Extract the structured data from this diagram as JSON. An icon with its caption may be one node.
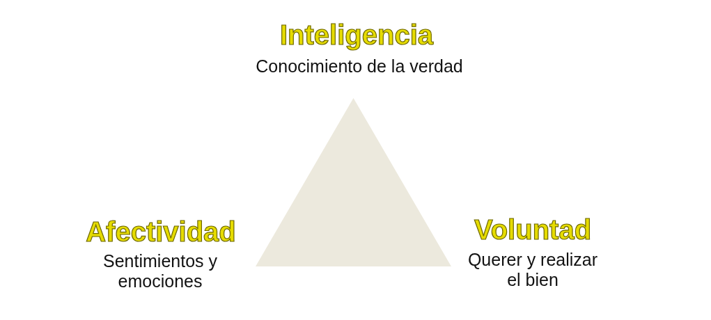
{
  "diagram": {
    "nodes": [
      {
        "text": [],
        "shape": "triangle"
      }
    ],
    "labels": [
      "Inteligencia",
      "Conocimiento de la verdad",
      "Afectividad",
      "Sentimientos y emociones",
      "Voluntad",
      "Querer y realizar el bien"
    ]
  }
}
